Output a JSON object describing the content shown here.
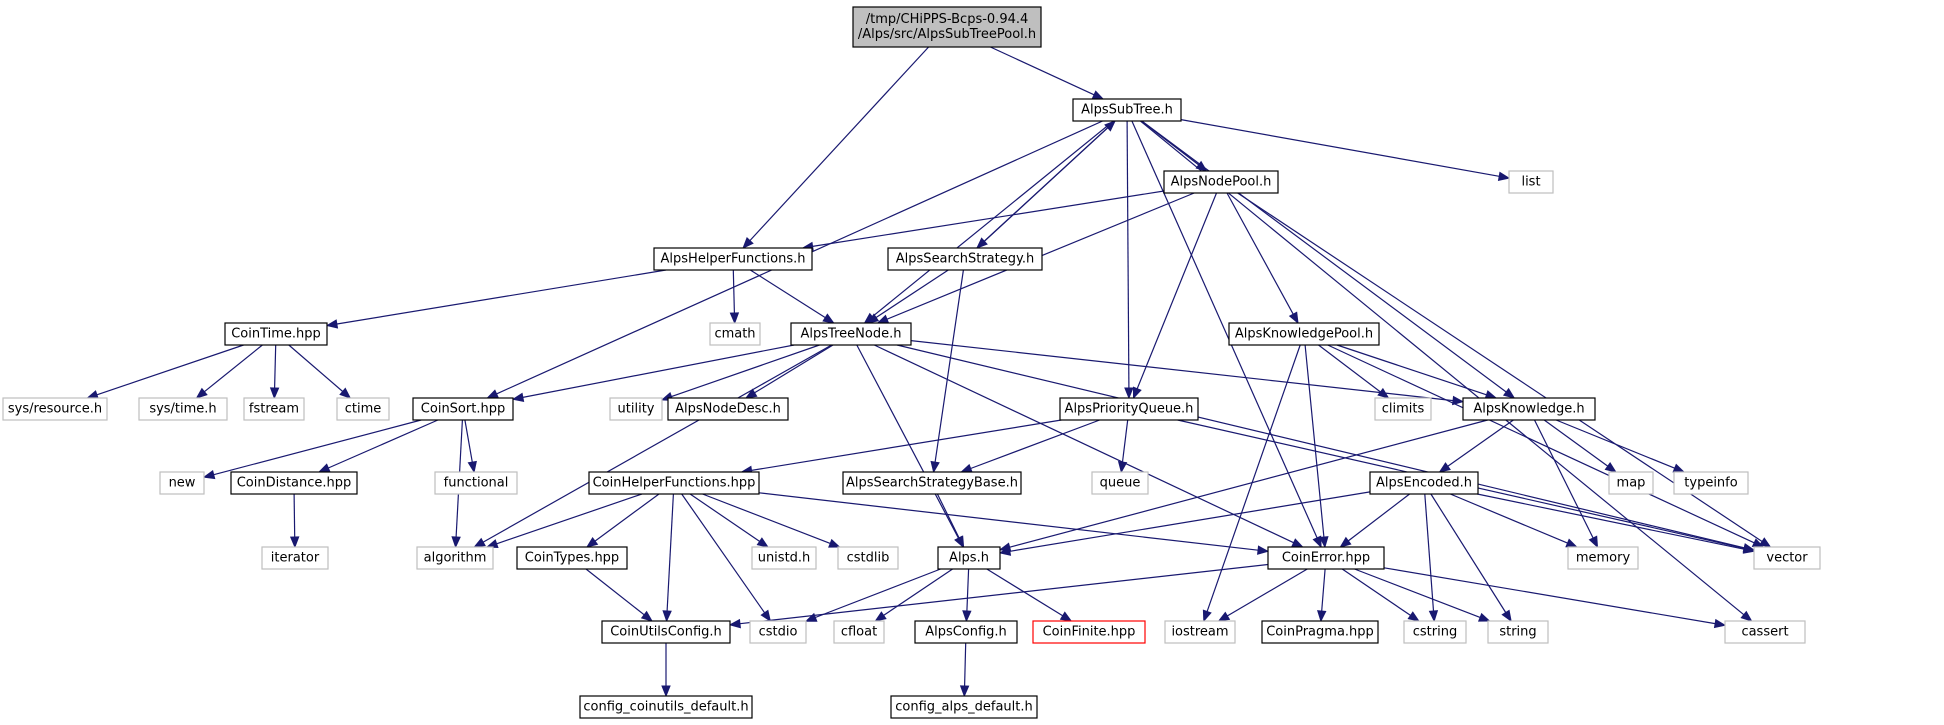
{
  "graph": {
    "root": {
      "id": "root",
      "lines": [
        "/tmp/CHiPPS-Bcps-0.94.4",
        "/Alps/src/AlpsSubTreePool.h"
      ],
      "style": "root"
    },
    "nodes": [
      {
        "id": "subtree",
        "label": "AlpsSubTree.h",
        "style": "doc"
      },
      {
        "id": "list",
        "label": "list",
        "style": "ext"
      },
      {
        "id": "nodepool",
        "label": "AlpsNodePool.h",
        "style": "doc"
      },
      {
        "id": "helperfun",
        "label": "AlpsHelperFunctions.h",
        "style": "doc"
      },
      {
        "id": "searchstrat",
        "label": "AlpsSearchStrategy.h",
        "style": "doc"
      },
      {
        "id": "cointime",
        "label": "CoinTime.hpp",
        "style": "doc"
      },
      {
        "id": "cmath",
        "label": "cmath",
        "style": "ext"
      },
      {
        "id": "treenode",
        "label": "AlpsTreeNode.h",
        "style": "doc"
      },
      {
        "id": "knowpool",
        "label": "AlpsKnowledgePool.h",
        "style": "doc"
      },
      {
        "id": "sysres",
        "label": "sys/resource.h",
        "style": "ext"
      },
      {
        "id": "systime",
        "label": "sys/time.h",
        "style": "ext"
      },
      {
        "id": "fstream",
        "label": "fstream",
        "style": "ext"
      },
      {
        "id": "ctime",
        "label": "ctime",
        "style": "ext"
      },
      {
        "id": "coinsort",
        "label": "CoinSort.hpp",
        "style": "doc"
      },
      {
        "id": "utility",
        "label": "utility",
        "style": "ext"
      },
      {
        "id": "nodedesc",
        "label": "AlpsNodeDesc.h",
        "style": "doc"
      },
      {
        "id": "prioq",
        "label": "AlpsPriorityQueue.h",
        "style": "doc"
      },
      {
        "id": "climits",
        "label": "climits",
        "style": "ext"
      },
      {
        "id": "knowledge",
        "label": "AlpsKnowledge.h",
        "style": "doc"
      },
      {
        "id": "new",
        "label": "new",
        "style": "ext"
      },
      {
        "id": "coindist",
        "label": "CoinDistance.hpp",
        "style": "doc"
      },
      {
        "id": "functional",
        "label": "functional",
        "style": "ext"
      },
      {
        "id": "coinhelper",
        "label": "CoinHelperFunctions.hpp",
        "style": "doc"
      },
      {
        "id": "stratbase",
        "label": "AlpsSearchStrategyBase.h",
        "style": "doc"
      },
      {
        "id": "queue",
        "label": "queue",
        "style": "ext"
      },
      {
        "id": "encoded",
        "label": "AlpsEncoded.h",
        "style": "doc"
      },
      {
        "id": "map",
        "label": "map",
        "style": "ext"
      },
      {
        "id": "typeinfo",
        "label": "typeinfo",
        "style": "ext"
      },
      {
        "id": "iterator",
        "label": "iterator",
        "style": "ext"
      },
      {
        "id": "algorithm",
        "label": "algorithm",
        "style": "ext"
      },
      {
        "id": "cointypes",
        "label": "CoinTypes.hpp",
        "style": "doc"
      },
      {
        "id": "unistd",
        "label": "unistd.h",
        "style": "ext"
      },
      {
        "id": "cstdlib",
        "label": "cstdlib",
        "style": "ext"
      },
      {
        "id": "alps",
        "label": "Alps.h",
        "style": "doc"
      },
      {
        "id": "coinerror",
        "label": "CoinError.hpp",
        "style": "doc"
      },
      {
        "id": "memory",
        "label": "memory",
        "style": "ext"
      },
      {
        "id": "vector",
        "label": "vector",
        "style": "ext"
      },
      {
        "id": "coinutilscfg",
        "label": "CoinUtilsConfig.h",
        "style": "doc"
      },
      {
        "id": "cstdio",
        "label": "cstdio",
        "style": "ext"
      },
      {
        "id": "cfloat",
        "label": "cfloat",
        "style": "ext"
      },
      {
        "id": "alpsconfig",
        "label": "AlpsConfig.h",
        "style": "doc"
      },
      {
        "id": "coinfinite",
        "label": "CoinFinite.hpp",
        "style": "missing"
      },
      {
        "id": "iostream",
        "label": "iostream",
        "style": "ext"
      },
      {
        "id": "coinpragma",
        "label": "CoinPragma.hpp",
        "style": "doc"
      },
      {
        "id": "cstring",
        "label": "cstring",
        "style": "ext"
      },
      {
        "id": "string",
        "label": "string",
        "style": "ext"
      },
      {
        "id": "cassert",
        "label": "cassert",
        "style": "ext"
      },
      {
        "id": "cfgcoinutils",
        "label": "config_coinutils_default.h",
        "style": "doc"
      },
      {
        "id": "cfgalps",
        "label": "config_alps_default.h",
        "style": "doc"
      }
    ],
    "edges": [
      [
        "root",
        "subtree"
      ],
      [
        "root",
        "helperfun"
      ],
      [
        "subtree",
        "coinsort"
      ],
      [
        "subtree",
        "treenode"
      ],
      [
        "subtree",
        "searchstrat"
      ],
      [
        "subtree",
        "prioq"
      ],
      [
        "subtree",
        "nodepool"
      ],
      [
        "subtree",
        "list"
      ],
      [
        "subtree",
        "coinerror"
      ],
      [
        "subtree",
        "knowledge"
      ],
      [
        "subtree",
        "cassert"
      ],
      [
        "nodepool",
        "helperfun"
      ],
      [
        "nodepool",
        "treenode"
      ],
      [
        "nodepool",
        "prioq"
      ],
      [
        "nodepool",
        "knowpool"
      ],
      [
        "nodepool",
        "vector"
      ],
      [
        "searchstrat",
        "subtree"
      ],
      [
        "searchstrat",
        "treenode"
      ],
      [
        "searchstrat",
        "stratbase"
      ],
      [
        "helperfun",
        "cointime"
      ],
      [
        "helperfun",
        "cmath"
      ],
      [
        "helperfun",
        "treenode"
      ],
      [
        "cointime",
        "sysres"
      ],
      [
        "cointime",
        "systime"
      ],
      [
        "cointime",
        "fstream"
      ],
      [
        "cointime",
        "ctime"
      ],
      [
        "treenode",
        "coinsort"
      ],
      [
        "treenode",
        "algorithm"
      ],
      [
        "treenode",
        "utility"
      ],
      [
        "treenode",
        "nodedesc"
      ],
      [
        "treenode",
        "alps"
      ],
      [
        "treenode",
        "coinerror"
      ],
      [
        "treenode",
        "knowledge"
      ],
      [
        "treenode",
        "vector"
      ],
      [
        "knowpool",
        "climits"
      ],
      [
        "knowpool",
        "knowledge"
      ],
      [
        "knowpool",
        "iostream"
      ],
      [
        "knowpool",
        "coinerror"
      ],
      [
        "knowpool",
        "vector"
      ],
      [
        "coinsort",
        "new"
      ],
      [
        "coinsort",
        "coindist"
      ],
      [
        "coinsort",
        "functional"
      ],
      [
        "coinsort",
        "algorithm"
      ],
      [
        "coindist",
        "iterator"
      ],
      [
        "prioq",
        "coinhelper"
      ],
      [
        "prioq",
        "stratbase"
      ],
      [
        "prioq",
        "queue"
      ],
      [
        "prioq",
        "vector"
      ],
      [
        "knowledge",
        "alps"
      ],
      [
        "knowledge",
        "encoded"
      ],
      [
        "knowledge",
        "memory"
      ],
      [
        "knowledge",
        "map"
      ],
      [
        "knowledge",
        "typeinfo"
      ],
      [
        "coinhelper",
        "algorithm"
      ],
      [
        "coinhelper",
        "cointypes"
      ],
      [
        "coinhelper",
        "coinutilscfg"
      ],
      [
        "coinhelper",
        "cstdio"
      ],
      [
        "coinhelper",
        "unistd"
      ],
      [
        "coinhelper",
        "cstdlib"
      ],
      [
        "coinhelper",
        "coinerror"
      ],
      [
        "stratbase",
        "alps"
      ],
      [
        "encoded",
        "alps"
      ],
      [
        "encoded",
        "coinerror"
      ],
      [
        "encoded",
        "memory"
      ],
      [
        "encoded",
        "vector"
      ],
      [
        "encoded",
        "cstring"
      ],
      [
        "encoded",
        "string"
      ],
      [
        "cointypes",
        "coinutilscfg"
      ],
      [
        "alps",
        "cstdio"
      ],
      [
        "alps",
        "cfloat"
      ],
      [
        "alps",
        "alpsconfig"
      ],
      [
        "alps",
        "coinfinite"
      ],
      [
        "coinerror",
        "coinutilscfg"
      ],
      [
        "coinerror",
        "iostream"
      ],
      [
        "coinerror",
        "coinpragma"
      ],
      [
        "coinerror",
        "cstring"
      ],
      [
        "coinerror",
        "string"
      ],
      [
        "coinerror",
        "cassert"
      ],
      [
        "coinutilscfg",
        "cfgcoinutils"
      ],
      [
        "alpsconfig",
        "cfgalps"
      ]
    ],
    "colors": {
      "edge": "#191970",
      "doc_border": "#000000",
      "ext_border": "#bfbfbf",
      "missing_border": "#ff0000",
      "root_fill": "#bfbfbf",
      "node_fill": "#ffffff",
      "text": "#000000"
    }
  }
}
